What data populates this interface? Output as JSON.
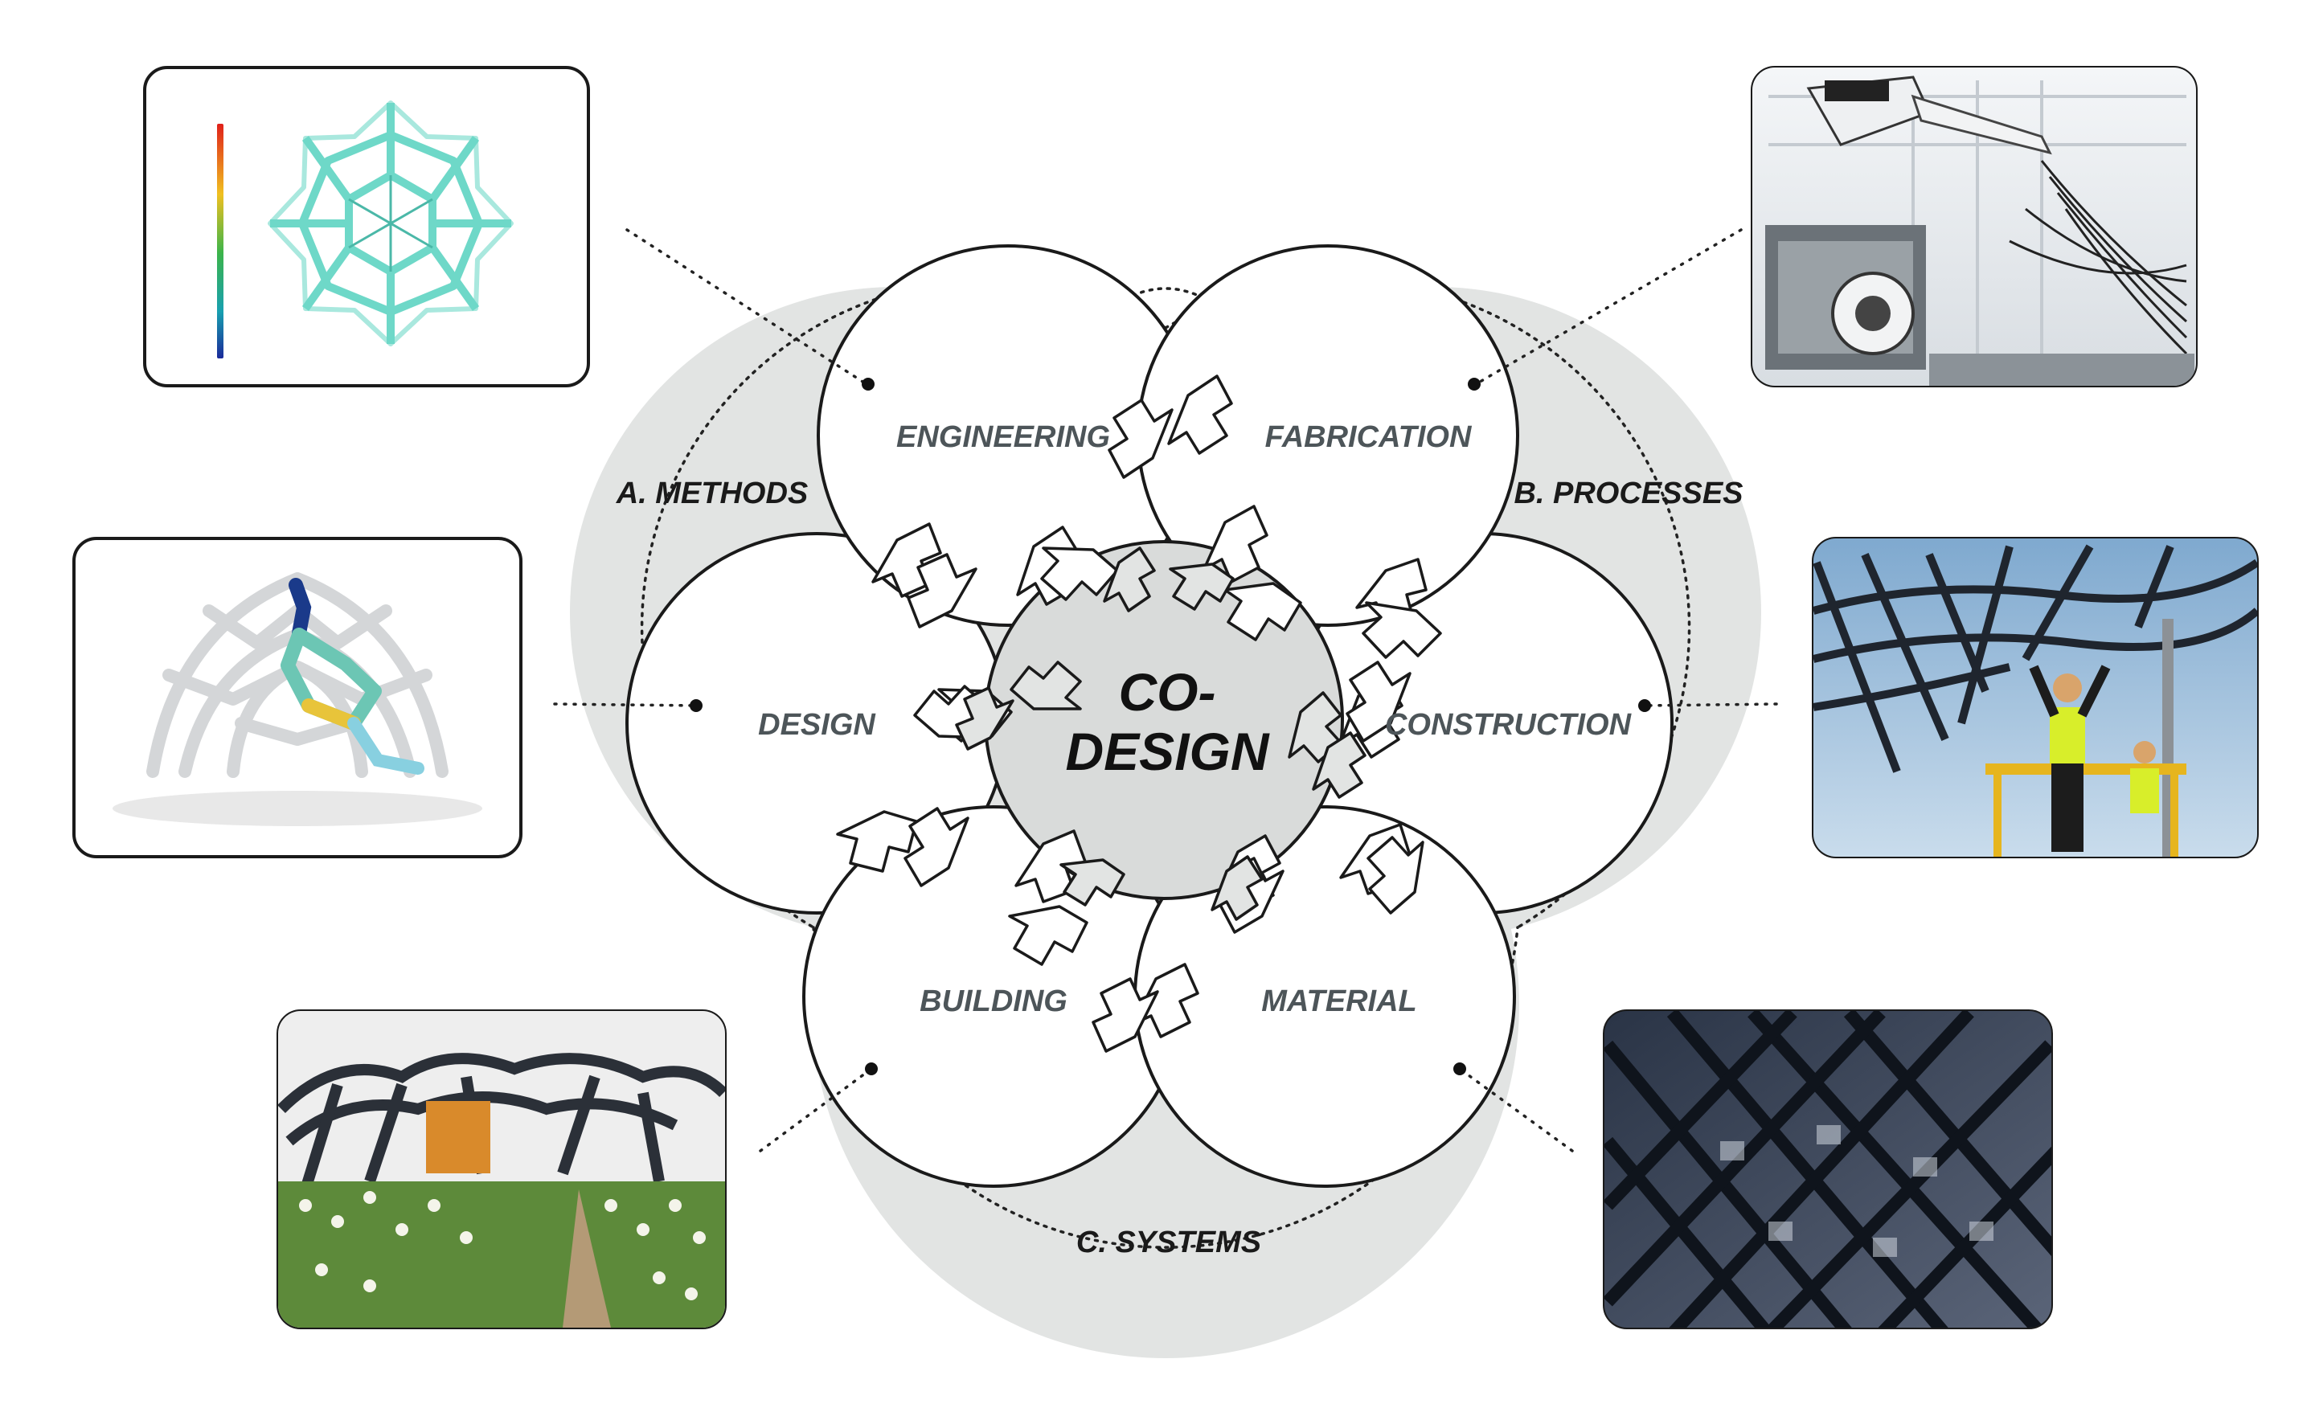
{
  "center": {
    "line1": "CO-",
    "line2": "DESIGN"
  },
  "groups": {
    "methods": "A. METHODS",
    "processes": "B. PROCESSES",
    "systems": "C. SYSTEMS"
  },
  "nodes": {
    "engineering": "ENGINEERING",
    "fabrication": "FABRICATION",
    "design": "DESIGN",
    "construction": "CONSTRUCTION",
    "building": "BUILDING",
    "material": "MATERIAL"
  },
  "colors": {
    "background_blob": "#e2e4e3",
    "center_fill": "#d9dbda",
    "stroke": "#1a1a1a",
    "node_text": "#4d5559"
  }
}
